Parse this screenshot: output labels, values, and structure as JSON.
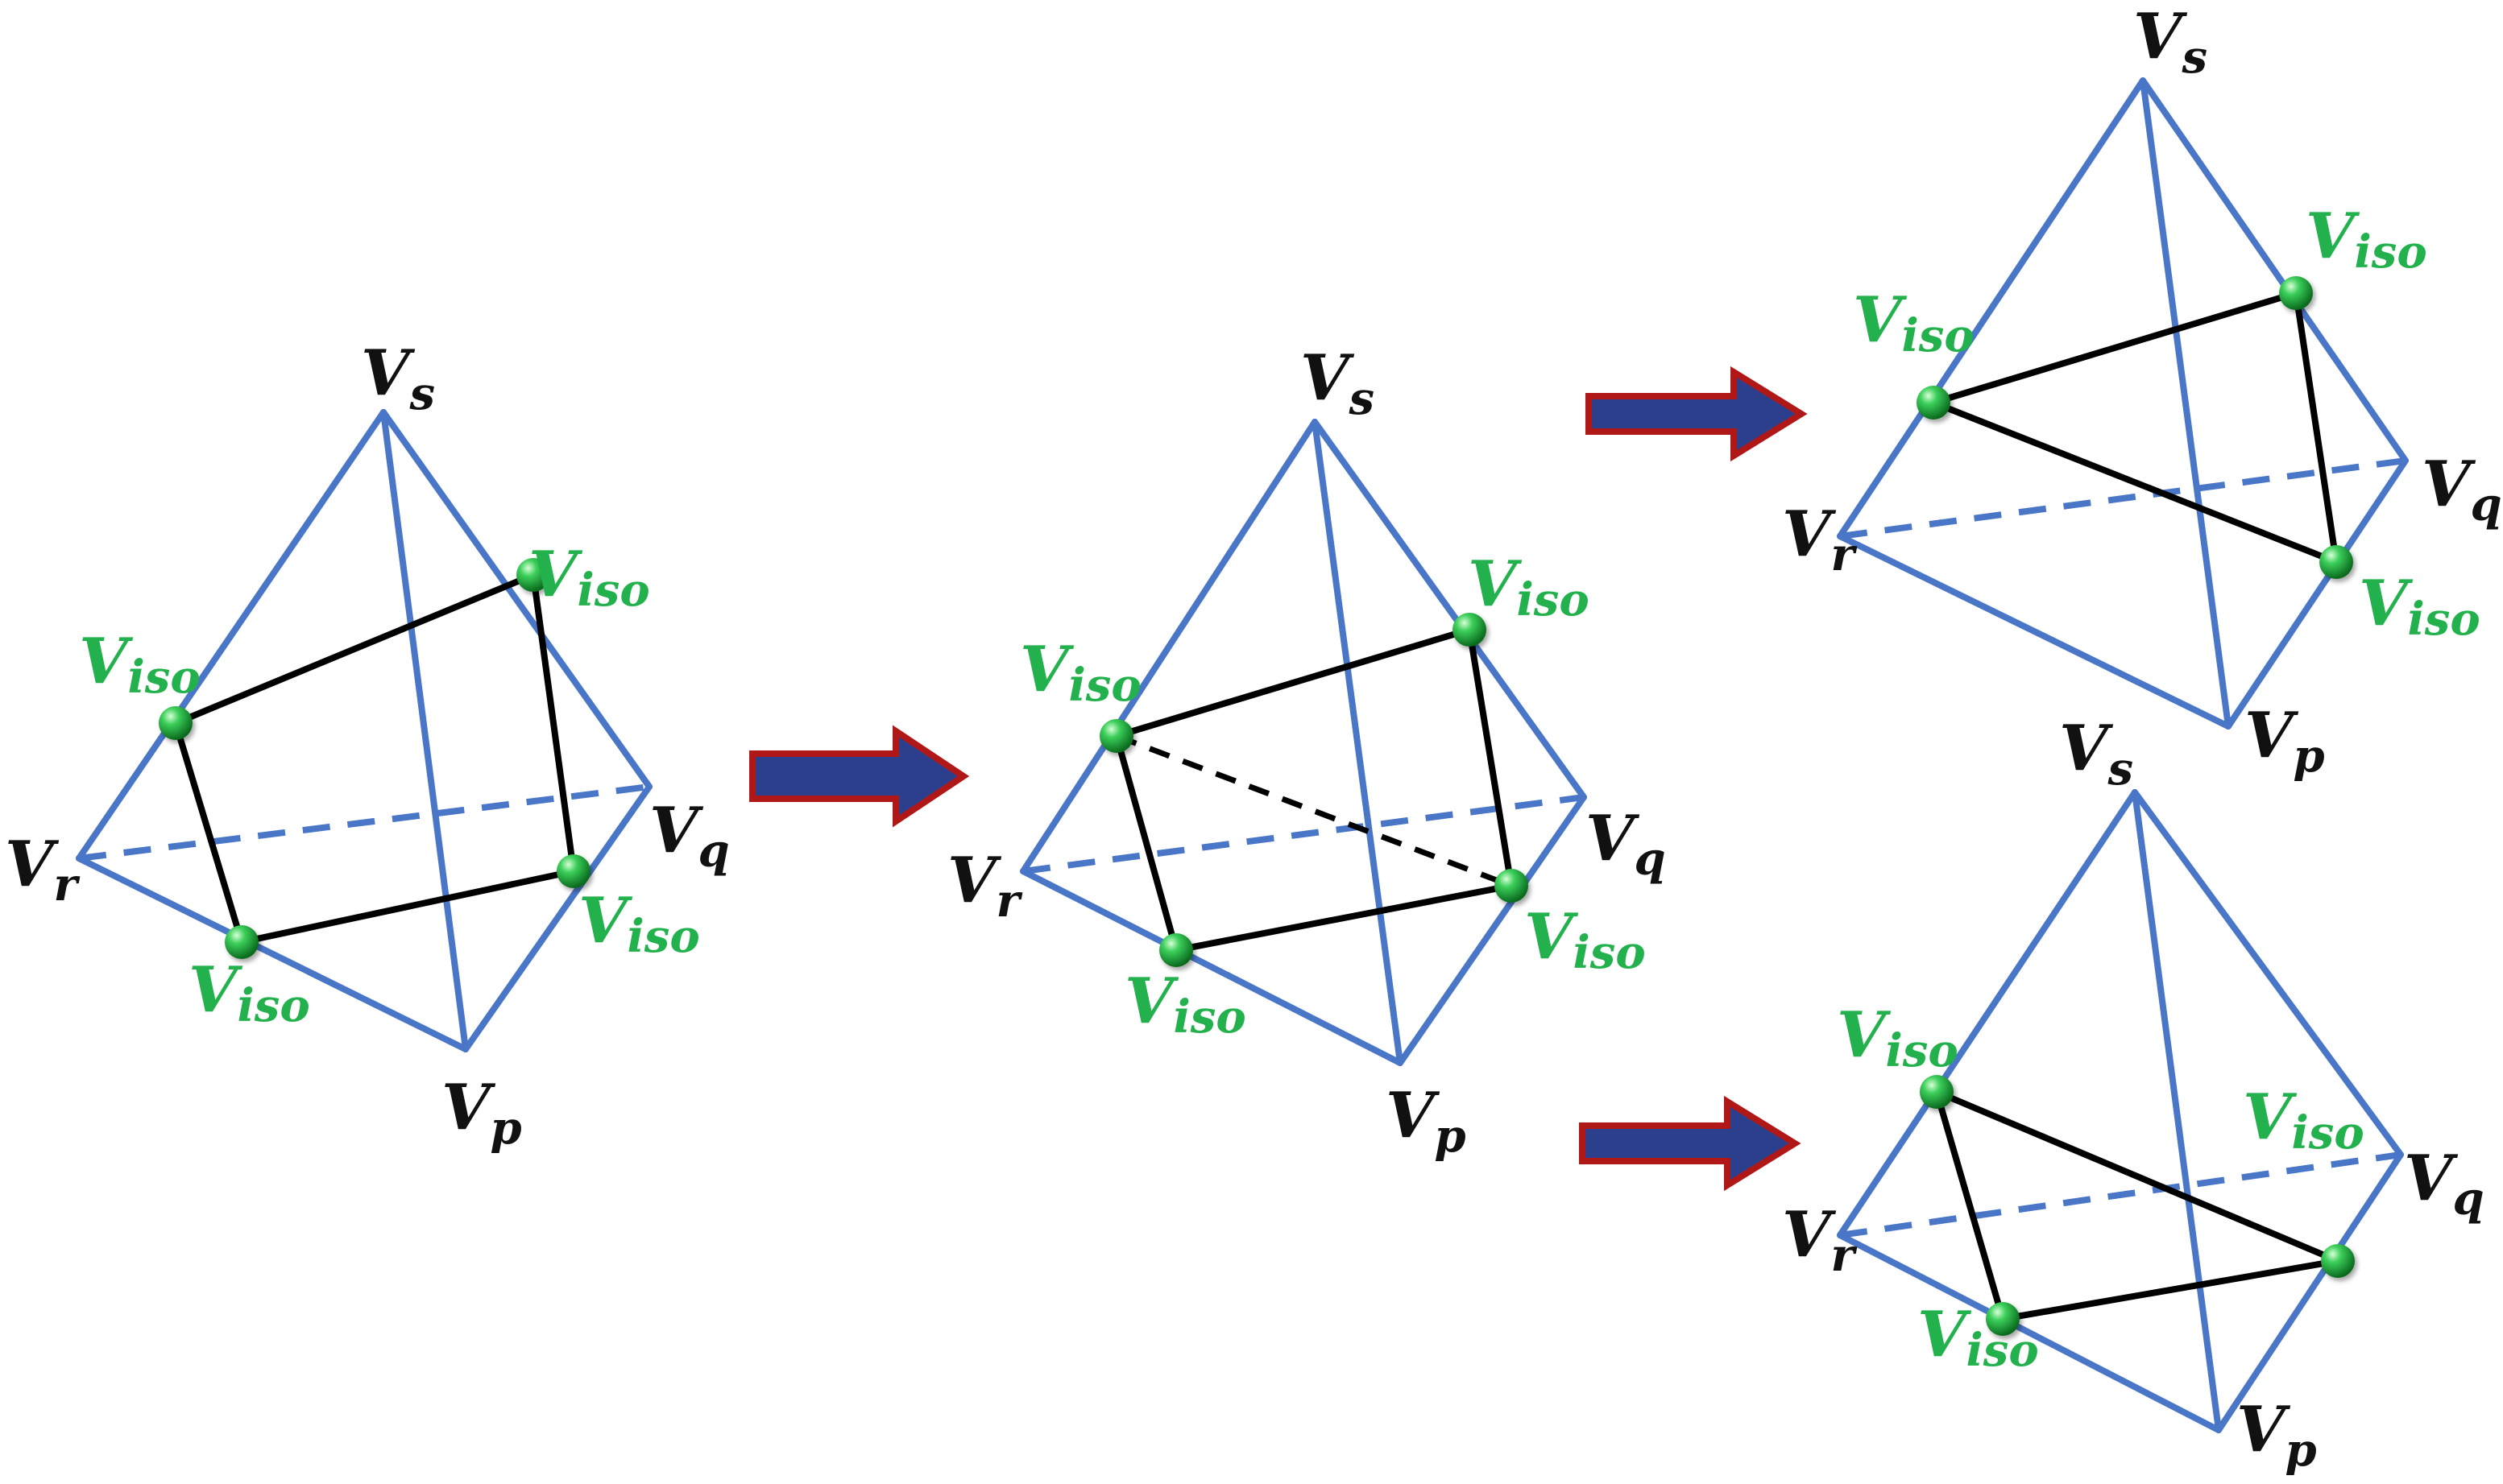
{
  "labels": {
    "v_main": "V",
    "s": "s",
    "q": "q",
    "r": "r",
    "p": "p",
    "iso": "iso"
  },
  "colors": {
    "edge": "#4a76c8",
    "iso_point": "#22b14c",
    "iso_label": "#22b14c",
    "cut_line": "#000000",
    "arrow_fill": "#2b3f8c",
    "arrow_border": "#b01818"
  }
}
